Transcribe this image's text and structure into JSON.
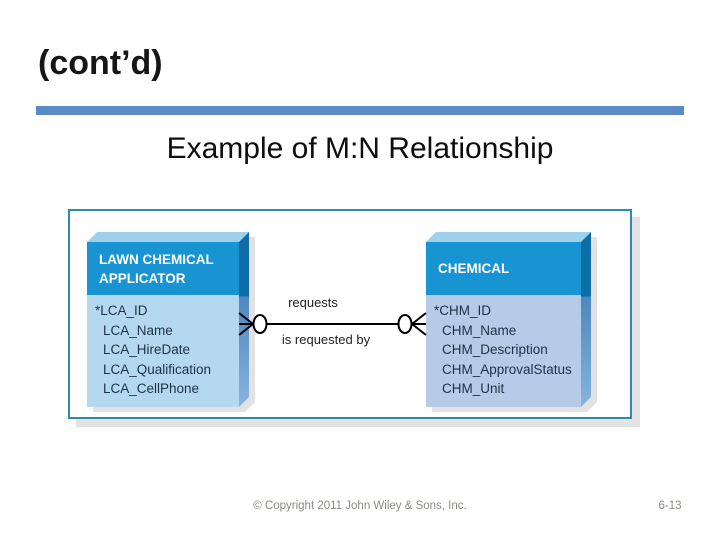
{
  "slide": {
    "title": "(cont’d)",
    "subtitle": "Example of M:N Relationship"
  },
  "diagram": {
    "entities": [
      {
        "name": "LAWN CHEMICAL APPLICATOR",
        "attributes": [
          "*LCA_ID",
          "LCA_Name",
          "LCA_HireDate",
          "LCA_Qualification",
          "LCA_CellPhone"
        ]
      },
      {
        "name": "CHEMICAL",
        "attributes": [
          "*CHM_ID",
          "CHM_Name",
          "CHM_Description",
          "CHM_ApprovalStatus",
          "CHM_Unit"
        ]
      }
    ],
    "relationship": {
      "label_top": "requests",
      "label_bottom": "is requested by"
    },
    "colors": {
      "entity_header": "#1794d1",
      "entity_body_left": "#b4d8ef",
      "entity_body_right": "#b6cbe7",
      "bevel_light": "#9fd0ec",
      "bevel_dark": "#0e6da7",
      "panel_border": "#2d8ab0",
      "accent_bar": "#5b8ac6",
      "line": "#000000"
    }
  },
  "footer": {
    "copyright": "© Copyright 2011 John Wiley & Sons, Inc.",
    "page_number": "6-13"
  }
}
